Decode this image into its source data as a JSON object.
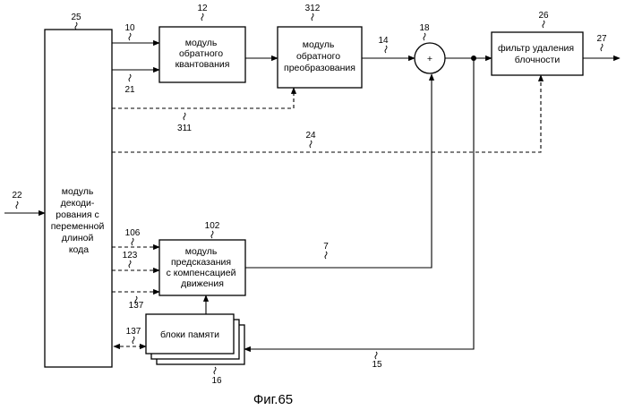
{
  "blocks": {
    "vlc_decoder": [
      "модуль",
      "декоди-",
      "рования с",
      "переменной",
      "длиной",
      "кода"
    ],
    "inverse_quantization": [
      "модуль",
      "обратного",
      "квантования"
    ],
    "inverse_transform": [
      "модуль",
      "обратного",
      "преобразования"
    ],
    "deblocking_filter": [
      "фильтр удаления",
      "блочности"
    ],
    "motion_prediction": [
      "модуль",
      "предсказания",
      "с компенсацией",
      "движения"
    ],
    "memory": [
      "блоки памяти"
    ],
    "adder_symbol": "+"
  },
  "labels": {
    "l25": "25",
    "l12": "12",
    "l312": "312",
    "l18": "18",
    "l26": "26",
    "l27": "27",
    "l10": "10",
    "l21": "21",
    "l14": "14",
    "l311": "311",
    "l24": "24",
    "l22": "22",
    "l102": "102",
    "l106": "106",
    "l123": "123",
    "l137a": "137",
    "l137b": "137",
    "l7": "7",
    "l16": "16",
    "l15": "15"
  },
  "caption": "Фиг.65"
}
